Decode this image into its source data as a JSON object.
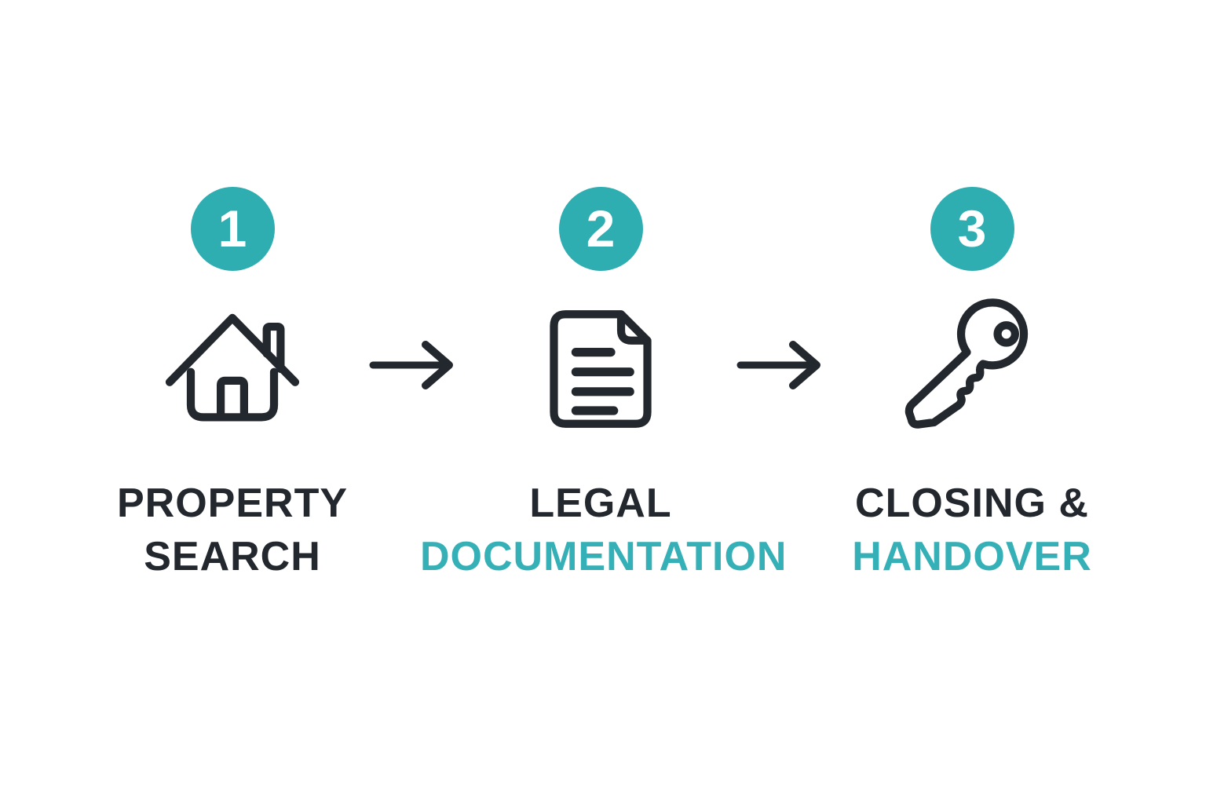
{
  "process": {
    "steps": [
      {
        "number": "1",
        "icon": "house-icon",
        "title_line1": "PROPERTY",
        "title_line2": "SEARCH",
        "title_line2_accent": false
      },
      {
        "number": "2",
        "icon": "document-icon",
        "title_line1": "LEGAL",
        "title_line2": "DOCUMENTATION",
        "title_line2_accent": true
      },
      {
        "number": "3",
        "icon": "key-icon",
        "title_line1": "CLOSING &",
        "title_line2": "HANDOVER",
        "title_line2_accent": true
      }
    ],
    "arrow_icons": [
      "arrow-right-icon",
      "arrow-right-icon"
    ],
    "colors": {
      "accent_teal_circle": "#2FAEB2",
      "accent_teal_text": "#35B0B6",
      "ink_dark": "#23272E",
      "number_text": "#FFFFFF",
      "background": "#FFFFFF"
    }
  }
}
